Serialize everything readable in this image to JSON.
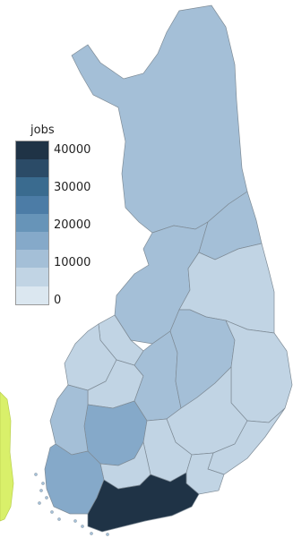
{
  "legend": {
    "title": "jobs",
    "ticks": [
      "40000",
      "30000",
      "20000",
      "10000",
      "0"
    ],
    "swatch_colors": [
      "#1f3346",
      "#2b4b67",
      "#3a6b8f",
      "#4c7ca6",
      "#6794b8",
      "#85a9c9",
      "#a4bfd7",
      "#c1d4e4",
      "#dbe7f0"
    ],
    "scale_range": [
      0,
      40000
    ]
  },
  "map": {
    "country": "Finland",
    "neighbor_fill": "#d9f06a",
    "border_color": "#7e8b96",
    "regions": [
      {
        "id": "lapland",
        "value": 8000
      },
      {
        "id": "kainuu",
        "value": 9500
      },
      {
        "id": "northern-ostrobothnia",
        "value": 11500
      },
      {
        "id": "north-karelia",
        "value": 3500
      },
      {
        "id": "central-ostrobothnia",
        "value": 6000
      },
      {
        "id": "ostrobothnia",
        "value": 6500
      },
      {
        "id": "south-ostrobothnia",
        "value": 7000
      },
      {
        "id": "central-finland",
        "value": 8500
      },
      {
        "id": "northern-savonia",
        "value": 7500
      },
      {
        "id": "southern-savonia",
        "value": 6500
      },
      {
        "id": "pirkanmaa",
        "value": 15000
      },
      {
        "id": "satakunta",
        "value": 7500
      },
      {
        "id": "southwest-finland",
        "value": 13000
      },
      {
        "id": "kanta-hame",
        "value": 6000
      },
      {
        "id": "paijat-hame",
        "value": 7000
      },
      {
        "id": "kymenlaakso",
        "value": 5500
      },
      {
        "id": "south-karelia",
        "value": 5000
      },
      {
        "id": "uusimaa",
        "value": 41000
      }
    ]
  }
}
